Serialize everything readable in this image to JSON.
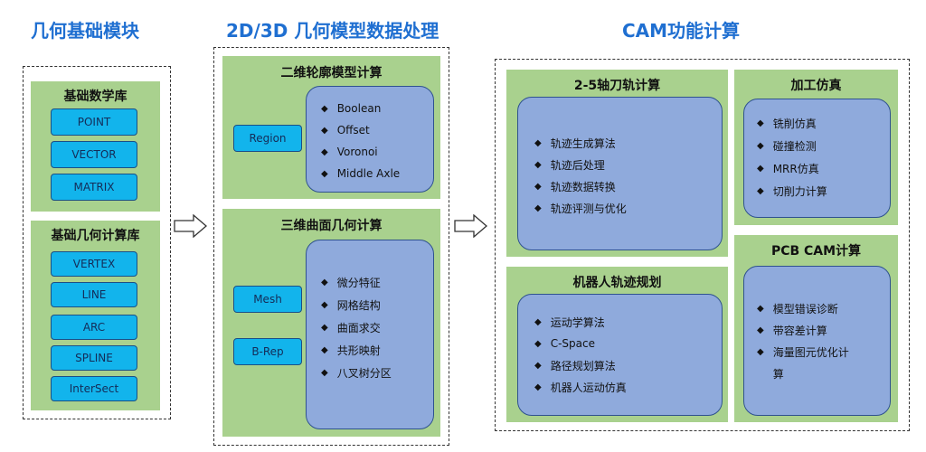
{
  "headers": {
    "basic": "几何基础模块",
    "process": "2D/3D 几何模型数据处理",
    "cam": "CAM功能计算"
  },
  "basic_math": {
    "title": "基础数学库",
    "items": [
      "POINT",
      "VECTOR",
      "MATRIX"
    ]
  },
  "basic_geom": {
    "title": "基础几何计算库",
    "items": [
      "VERTEX",
      "LINE",
      "ARC",
      "SPLINE",
      "InterSect"
    ]
  },
  "contour2d": {
    "title": "二维轮廓模型计算",
    "button": "Region",
    "items": [
      "Boolean",
      "Offset",
      "Voronoi",
      "Middle Axle"
    ]
  },
  "surface3d": {
    "title": "三维曲面几何计算",
    "buttons": [
      "Mesh",
      "B-Rep"
    ],
    "items": [
      "微分特征",
      "网格结构",
      "曲面求交",
      "共形映射",
      "八叉树分区"
    ]
  },
  "axis_path": {
    "title": "2-5轴刀轨计算",
    "items": [
      "轨迹生成算法",
      "轨迹后处理",
      "轨迹数据转换",
      "轨迹评测与优化"
    ]
  },
  "robot_path": {
    "title": "机器人轨迹规划",
    "items": [
      "运动学算法",
      "C-Space",
      "路径规划算法",
      "机器人运动仿真"
    ]
  },
  "machining_sim": {
    "title": "加工仿真",
    "items": [
      "铣削仿真",
      "碰撞检测",
      "MRR仿真",
      "切削力计算"
    ]
  },
  "pcb_cam": {
    "title": "PCB CAM计算",
    "items": [
      "模型错误诊断",
      "带容差计算",
      "海量图元优化计",
      "算"
    ]
  },
  "colors": {
    "title_blue": "#1f6fd1",
    "panel_green": "#a9d18e",
    "button_cyan": "#12b4ec",
    "box_blue": "#8faadc"
  }
}
